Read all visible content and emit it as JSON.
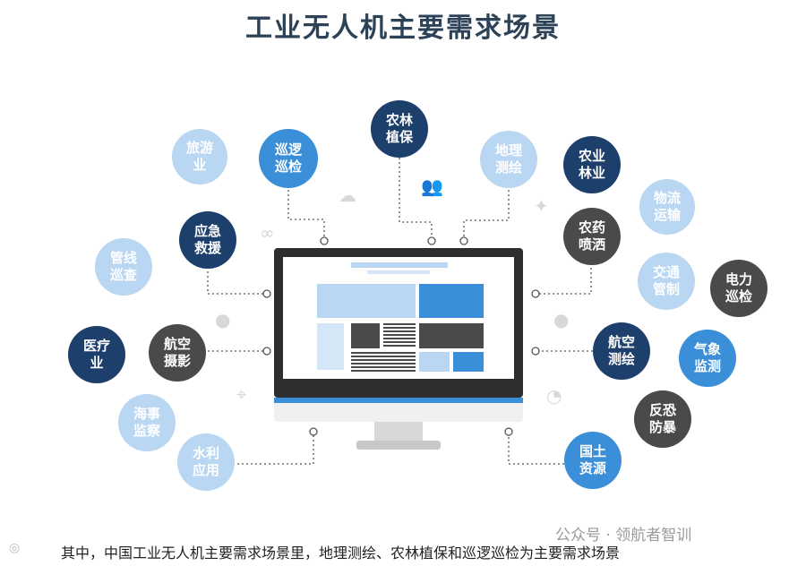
{
  "title": "工业无人机主要需求场景",
  "nodes": [
    {
      "id": "nongye-linye",
      "label": "农林\n植保",
      "style": "navy"
    },
    {
      "id": "xunluo",
      "label": "巡逻\n巡检",
      "style": "blue"
    },
    {
      "id": "dili",
      "label": "地理\n测绘",
      "style": "light"
    },
    {
      "id": "lvyou",
      "label": "旅游\n业",
      "style": "light"
    },
    {
      "id": "nongye",
      "label": "农业\n林业",
      "style": "navy"
    },
    {
      "id": "wuliu",
      "label": "物流\n运输",
      "style": "light"
    },
    {
      "id": "yingji",
      "label": "应急\n救援",
      "style": "navy"
    },
    {
      "id": "nongyao",
      "label": "农药\n喷洒",
      "style": "gray"
    },
    {
      "id": "guanxian",
      "label": "管线\n巡查",
      "style": "light"
    },
    {
      "id": "jiaotong",
      "label": "交通\n管制",
      "style": "light"
    },
    {
      "id": "dianli",
      "label": "电力\n巡检",
      "style": "gray"
    },
    {
      "id": "yiliao",
      "label": "医疗\n业",
      "style": "navy"
    },
    {
      "id": "hangkong-sheying",
      "label": "航空\n摄影",
      "style": "gray"
    },
    {
      "id": "hangkong-cehui",
      "label": "航空\n测绘",
      "style": "navy"
    },
    {
      "id": "qixiang",
      "label": "气象\n监测",
      "style": "blue"
    },
    {
      "id": "haishi",
      "label": "海事\n监察",
      "style": "light"
    },
    {
      "id": "fankong",
      "label": "反恐\n防暴",
      "style": "gray"
    },
    {
      "id": "shuili",
      "label": "水利\n应用",
      "style": "light"
    },
    {
      "id": "guotu",
      "label": "国土\n资源",
      "style": "blue"
    }
  ],
  "footer": "其中，中国工业无人机主要需求场景里，地理测绘、农林植保和巡逻巡检为主要需求场景",
  "watermark": "公众号 · 领航者智训",
  "colors": {
    "navy": "#1d3f6b",
    "blue": "#3a8fd8",
    "light": "#b9d6f2",
    "gray": "#4a4a4a"
  }
}
